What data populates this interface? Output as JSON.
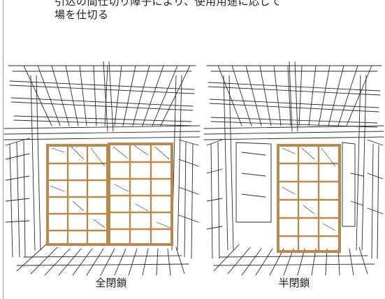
{
  "caption": {
    "line1": "引込の間仕切り障子により、使用用途に応じて",
    "line2": "場を仕切る"
  },
  "panels": {
    "left_label": "全閉鎖",
    "right_label": "半閉鎖"
  },
  "colors": {
    "shoji_frame": "#b88a4e",
    "ink": "#2a2a2a",
    "paper": "#ffffff"
  }
}
